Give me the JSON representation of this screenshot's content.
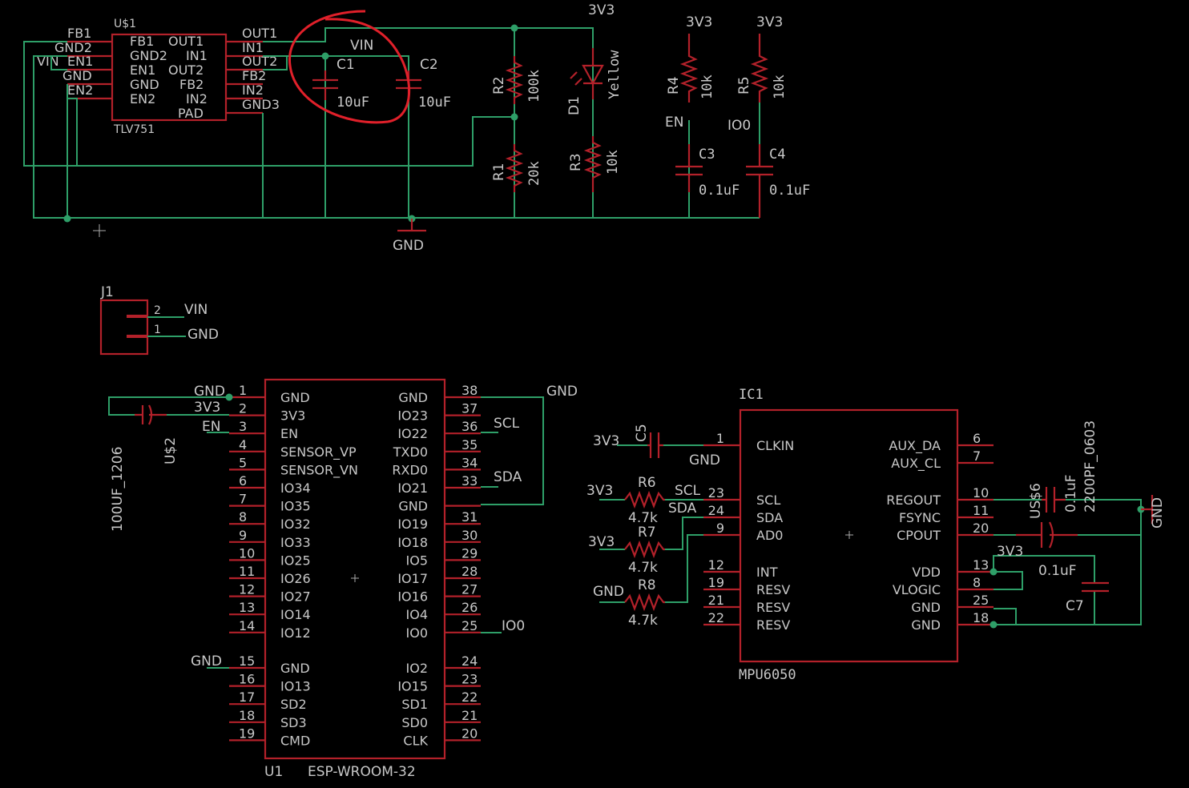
{
  "regulator": {
    "ref": "U$1",
    "part": "TLV751",
    "pins_left": [
      "FB1",
      "GND2",
      "EN1",
      "GND",
      "EN2"
    ],
    "pins_right": [
      "OUT1",
      "IN1",
      "OUT2",
      "FB2",
      "IN2",
      "PAD"
    ],
    "nets_left": [
      "FB1",
      "GND2",
      "VIN",
      "EN1",
      "GND",
      "EN2"
    ],
    "nets_right": [
      "OUT1",
      "IN1",
      "OUT2",
      "FB2",
      "IN2",
      "GND3"
    ]
  },
  "power": {
    "vin": "VIN",
    "gnd": "GND",
    "v33": "3V3",
    "c1": {
      "ref": "C1",
      "value": "10uF"
    },
    "c2": {
      "ref": "C2",
      "value": "10uF"
    },
    "r2": {
      "ref": "R2",
      "value": "100k"
    },
    "r1": {
      "ref": "R1",
      "value": "20k"
    },
    "d1": {
      "ref": "D1",
      "value": "Yellow"
    },
    "r3": {
      "ref": "R3",
      "value": "10k"
    },
    "r4": {
      "ref": "R4",
      "value": "10k"
    },
    "r5": {
      "ref": "R5",
      "value": "10k"
    },
    "c3": {
      "ref": "C3",
      "value": "0.1uF"
    },
    "c4": {
      "ref": "C4",
      "value": "0.1uF"
    },
    "net_en": "EN",
    "net_io0": "IO0"
  },
  "connector": {
    "ref": "J1",
    "pin2": "2",
    "pin1": "1",
    "net2": "VIN",
    "net1": "GND"
  },
  "esp": {
    "ref": "U1",
    "part": "ESP-WROOM-32",
    "left_pins": [
      {
        "num": "1",
        "name": "GND"
      },
      {
        "num": "2",
        "name": "3V3"
      },
      {
        "num": "3",
        "name": "EN"
      },
      {
        "num": "4",
        "name": "SENSOR_VP"
      },
      {
        "num": "5",
        "name": "SENSOR_VN"
      },
      {
        "num": "6",
        "name": "IO34"
      },
      {
        "num": "7",
        "name": "IO35"
      },
      {
        "num": "8",
        "name": "IO32"
      },
      {
        "num": "9",
        "name": "IO33"
      },
      {
        "num": "10",
        "name": "IO25"
      },
      {
        "num": "11",
        "name": "IO26"
      },
      {
        "num": "12",
        "name": "IO27"
      },
      {
        "num": "13",
        "name": "IO14"
      },
      {
        "num": "14",
        "name": "IO12"
      },
      {
        "num": "15",
        "name": "GND"
      },
      {
        "num": "16",
        "name": "IO13"
      },
      {
        "num": "17",
        "name": "SD2"
      },
      {
        "num": "18",
        "name": "SD3"
      },
      {
        "num": "19",
        "name": "CMD"
      }
    ],
    "right_pins": [
      {
        "num": "38",
        "name": "GND"
      },
      {
        "num": "37",
        "name": "IO23"
      },
      {
        "num": "36",
        "name": "IO22"
      },
      {
        "num": "35",
        "name": "TXD0"
      },
      {
        "num": "34",
        "name": "RXD0"
      },
      {
        "num": "33",
        "name": "IO21"
      },
      {
        "num": "",
        "name": "GND"
      },
      {
        "num": "31",
        "name": "IO19"
      },
      {
        "num": "30",
        "name": "IO18"
      },
      {
        "num": "29",
        "name": "IO5"
      },
      {
        "num": "28",
        "name": "IO17"
      },
      {
        "num": "27",
        "name": "IO16"
      },
      {
        "num": "26",
        "name": "IO4"
      },
      {
        "num": "25",
        "name": "IO0"
      },
      {
        "num": "24",
        "name": "IO2"
      },
      {
        "num": "23",
        "name": "IO15"
      },
      {
        "num": "22",
        "name": "SD1"
      },
      {
        "num": "21",
        "name": "SD0"
      },
      {
        "num": "20",
        "name": "CLK"
      }
    ],
    "nets": {
      "gnd1": "GND",
      "v33": "3V3",
      "en": "EN",
      "gnd15": "GND",
      "gnd38": "GND",
      "scl": "SCL",
      "sda": "SDA",
      "io0": "IO0"
    },
    "cap": {
      "ref": "U$2",
      "value": "100UF_1206"
    }
  },
  "mpu": {
    "ref": "IC1",
    "part": "MPU6050",
    "left_pins": [
      {
        "num": "1",
        "name": "CLKIN"
      },
      {
        "num": "23",
        "name": "SCL"
      },
      {
        "num": "24",
        "name": "SDA"
      },
      {
        "num": "9",
        "name": "AD0"
      },
      {
        "num": "12",
        "name": "INT"
      },
      {
        "num": "19",
        "name": "RESV"
      },
      {
        "num": "21",
        "name": "RESV"
      },
      {
        "num": "22",
        "name": "RESV"
      }
    ],
    "right_pins": [
      {
        "num": "6",
        "name": "AUX_DA"
      },
      {
        "num": "7",
        "name": "AUX_CL"
      },
      {
        "num": "10",
        "name": "REGOUT"
      },
      {
        "num": "11",
        "name": "FSYNC"
      },
      {
        "num": "20",
        "name": "CPOUT"
      },
      {
        "num": "13",
        "name": "VDD"
      },
      {
        "num": "8",
        "name": "VLOGIC"
      },
      {
        "num": "25",
        "name": "GND"
      },
      {
        "num": "18",
        "name": "GND"
      }
    ],
    "c5": {
      "ref": "C5"
    },
    "r6": {
      "ref": "R6",
      "value": "4.7k"
    },
    "r7": {
      "ref": "R7",
      "value": "4.7k"
    },
    "r8": {
      "ref": "R8",
      "value": "4.7k"
    },
    "c6_ref": "US$6",
    "c6_value": "0.1uF",
    "c_cp_value": "2200PF_0603",
    "c7": {
      "ref": "C7",
      "value": "0.1uF"
    },
    "nets": {
      "v33a": "3V3",
      "gnd_c5": "GND",
      "v33b": "3V3",
      "scl": "SCL",
      "v33c": "3V3",
      "sda": "SDA",
      "gnd_r8": "GND",
      "v33_vdd": "3V3",
      "gnd_right": "GND"
    }
  }
}
